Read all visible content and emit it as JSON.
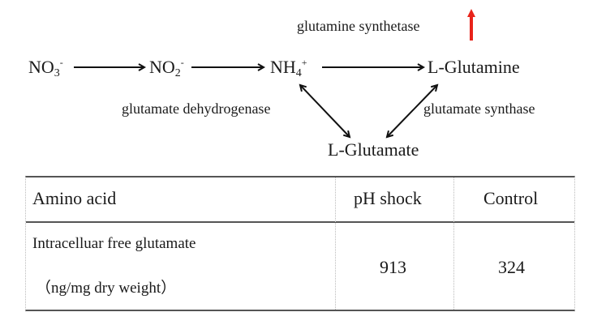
{
  "diagram": {
    "enzyme_top": "glutamine synthetase",
    "upregulated_indicator": {
      "icon": "up-arrow-icon",
      "color": "#e8231a"
    },
    "nodes": {
      "nitrate": {
        "base": "NO",
        "sub": "3",
        "sup": "-"
      },
      "nitrite": {
        "base": "NO",
        "sub": "2",
        "sup": "-"
      },
      "ammonium": {
        "base": "NH",
        "sub": "4",
        "sup": "+"
      },
      "glutamine": "L-Glutamine",
      "glutamate": "L-Glutamate"
    },
    "enzyme_left": "glutamate dehydrogenase",
    "enzyme_right": "glutamate synthase"
  },
  "table": {
    "headers": [
      "Amino acid",
      "pH shock",
      "Control"
    ],
    "rows": [
      {
        "label_line1": "Intracelluar free glutamate",
        "label_line2": "（ng/mg dry weight）",
        "ph_shock": "913",
        "control": "324"
      }
    ]
  }
}
